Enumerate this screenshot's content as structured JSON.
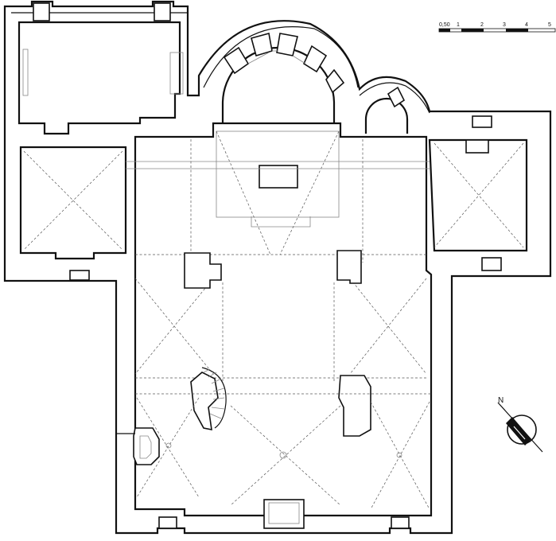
{
  "scale_bar": {
    "labels": [
      "0,50",
      "1",
      "2",
      "3",
      "4",
      "5"
    ]
  },
  "north_arrow": {
    "label": "N"
  }
}
